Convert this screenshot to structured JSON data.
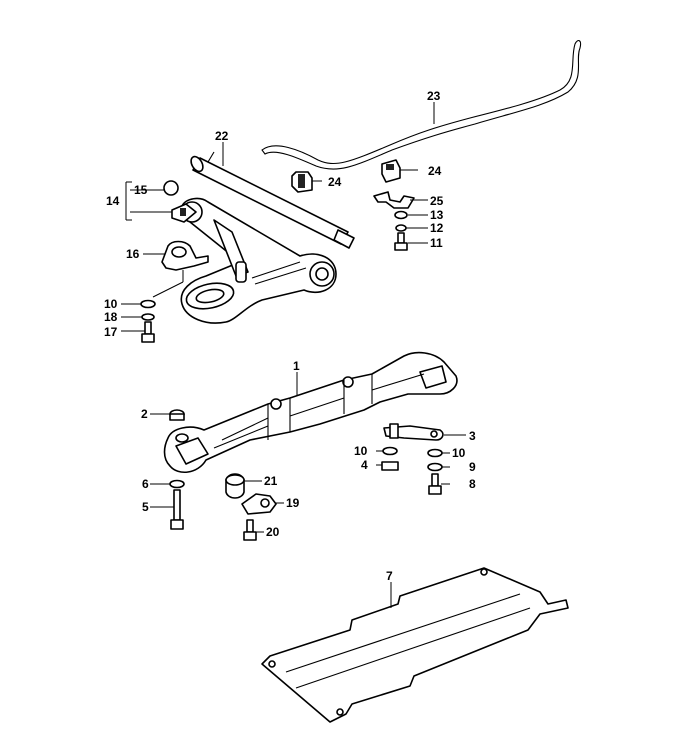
{
  "callouts": {
    "c1": "1",
    "c2": "2",
    "c3": "3",
    "c4": "4",
    "c5": "5",
    "c6": "6",
    "c7": "7",
    "c8": "8",
    "c9": "9",
    "c10a": "10",
    "c10b": "10",
    "c10c": "10",
    "c11": "11",
    "c12": "12",
    "c13": "13",
    "c14": "14",
    "c15": "15",
    "c16": "16",
    "c17": "17",
    "c18": "18",
    "c19": "19",
    "c20": "20",
    "c21": "21",
    "c22": "22",
    "c23": "23",
    "c24a": "24",
    "c24b": "24",
    "c25": "25"
  }
}
